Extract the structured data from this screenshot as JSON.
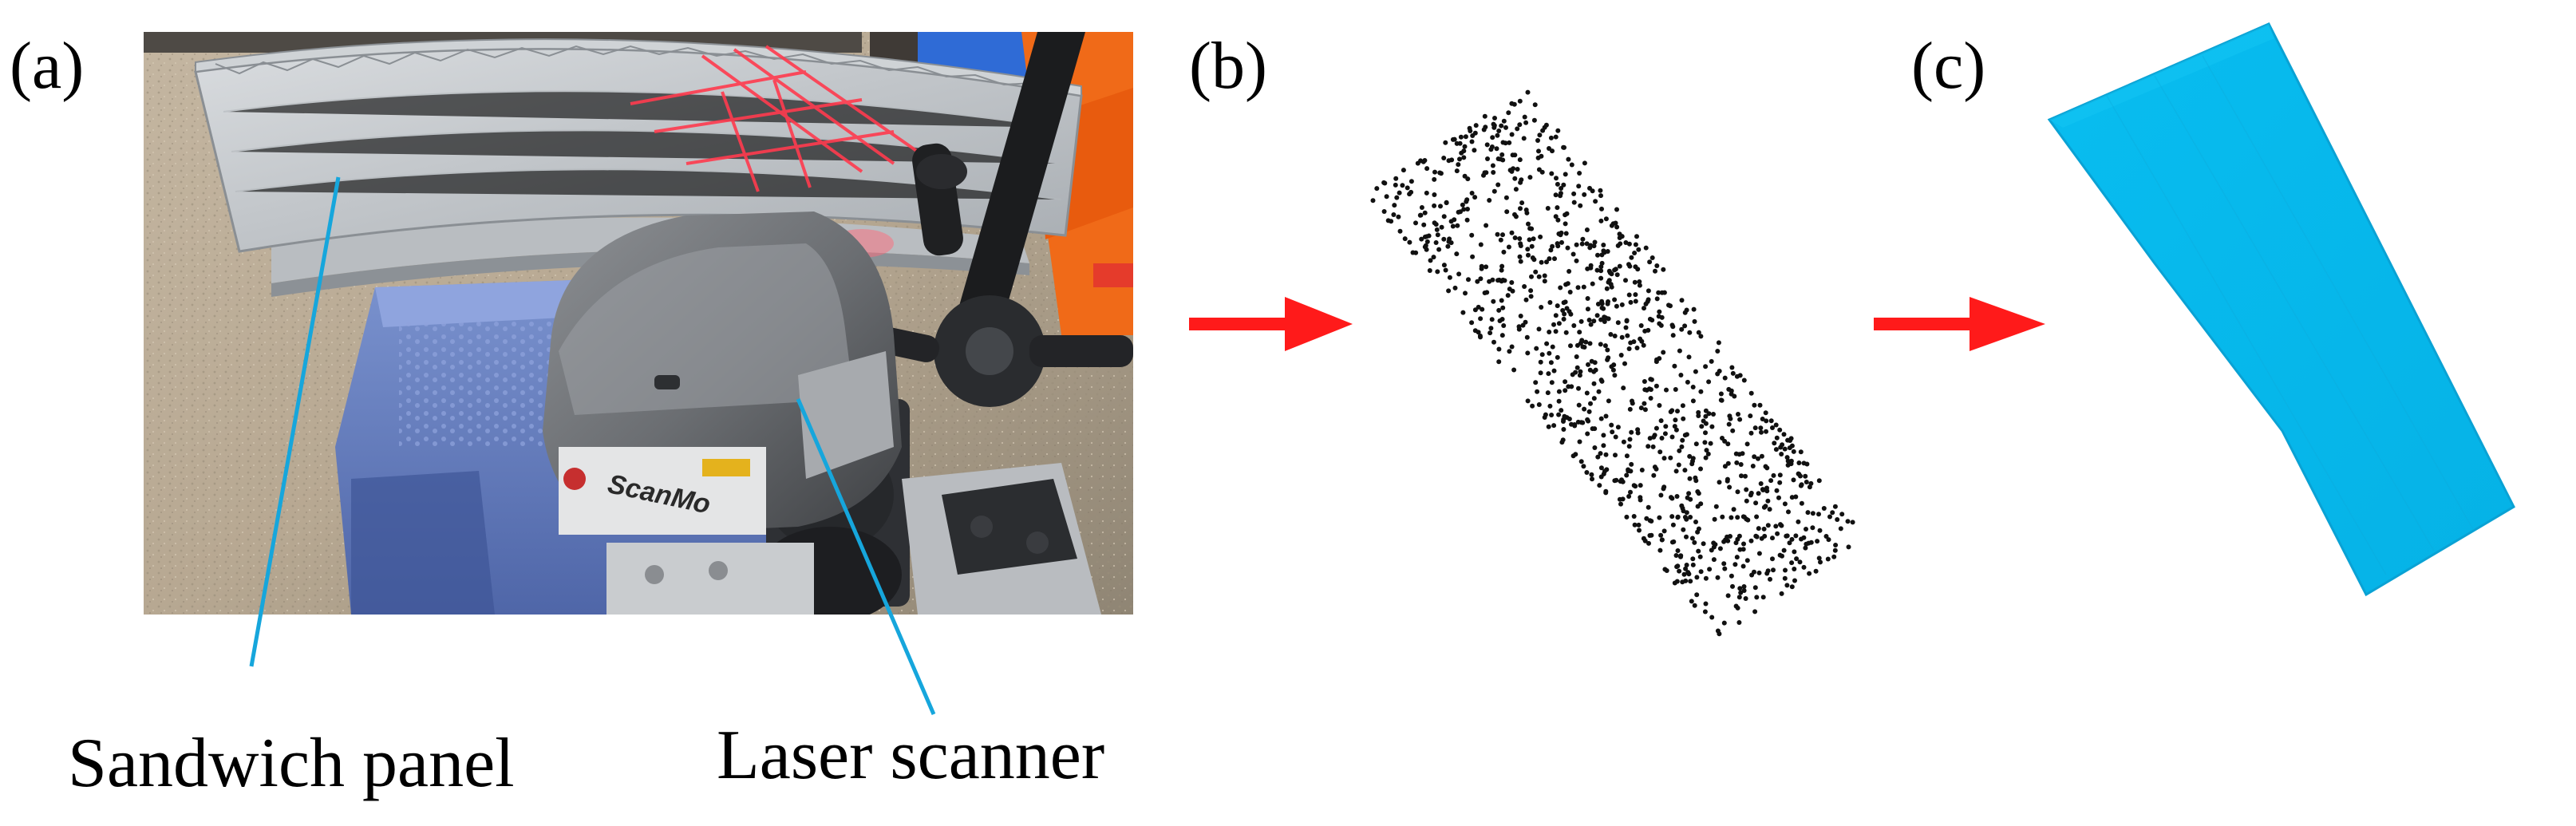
{
  "figure": {
    "panels": {
      "a": {
        "label": "(a)",
        "callouts": {
          "sandwich_panel": "Sandwich panel",
          "laser_scanner": "Laser scanner"
        }
      },
      "b": {
        "label": "(b)"
      },
      "c": {
        "label": "(c)"
      }
    },
    "colors": {
      "callout_line": "#16a6dc",
      "arrow": "#ff1a1a",
      "mesh": "#06b8ec",
      "mesh_edge": "#0aa2d4",
      "points": "#111111",
      "laser": "#ff3b4e"
    },
    "point_cloud": {
      "point_count": 1100,
      "shape": "tilted rectangular panel outline"
    }
  }
}
